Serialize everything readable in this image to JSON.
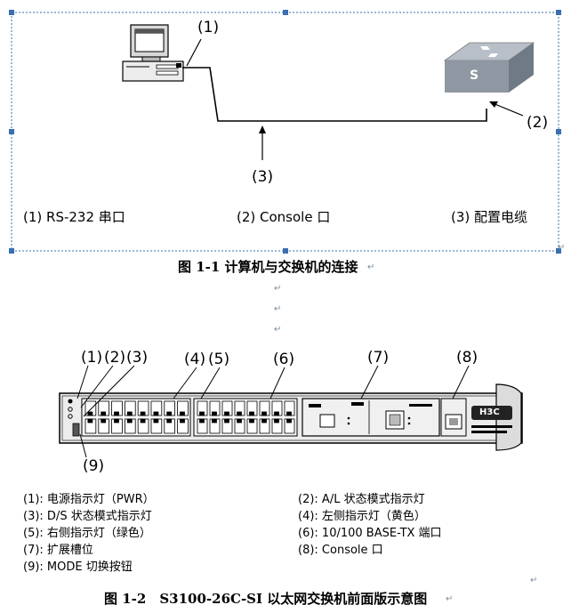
{
  "figure1": {
    "callouts": [
      "(1)",
      "(2)",
      "(3)"
    ],
    "switch_label": "S",
    "legend": [
      "(1) RS-232 串口",
      "(2) Console 口",
      "(3) 配置电缆"
    ],
    "caption": "图 1-1 计算机与交换机的连接"
  },
  "figure2": {
    "callouts": [
      "(1)",
      "(2)",
      "(3)",
      "(4)",
      "(5)",
      "(6)",
      "(7)",
      "(8)",
      "(9)"
    ],
    "brand": "H3C",
    "legend_left": [
      "(1): 电源指示灯（PWR）",
      "(3): D/S 状态模式指示灯",
      "(5): 右侧指示灯（绿色）",
      "(7): 扩展槽位",
      "(9): MODE 切换按钮"
    ],
    "legend_right": [
      "(2): A/L 状态模式指示灯",
      "(4): 左侧指示灯（黄色）",
      "(6): 10/100 BASE-TX 端口",
      "(8): Console 口"
    ],
    "caption": "图 1-2　S3100-26C-SI 以太网交换机前面版示意图"
  },
  "marks": {
    "paragraph": "↵"
  }
}
